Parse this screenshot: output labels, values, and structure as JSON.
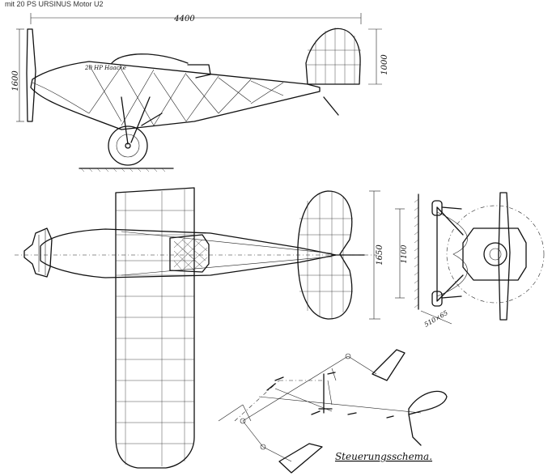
{
  "caption": "mit 20 PS URSINUS Motor U2",
  "dimensions": {
    "length": "4400",
    "height": "1000",
    "prop_diameter": "1600",
    "span": "1650",
    "track": "1100",
    "wheel": "510×65"
  },
  "engine_label": "20 HP Haacke",
  "schema_label": "Steuerungsschema."
}
